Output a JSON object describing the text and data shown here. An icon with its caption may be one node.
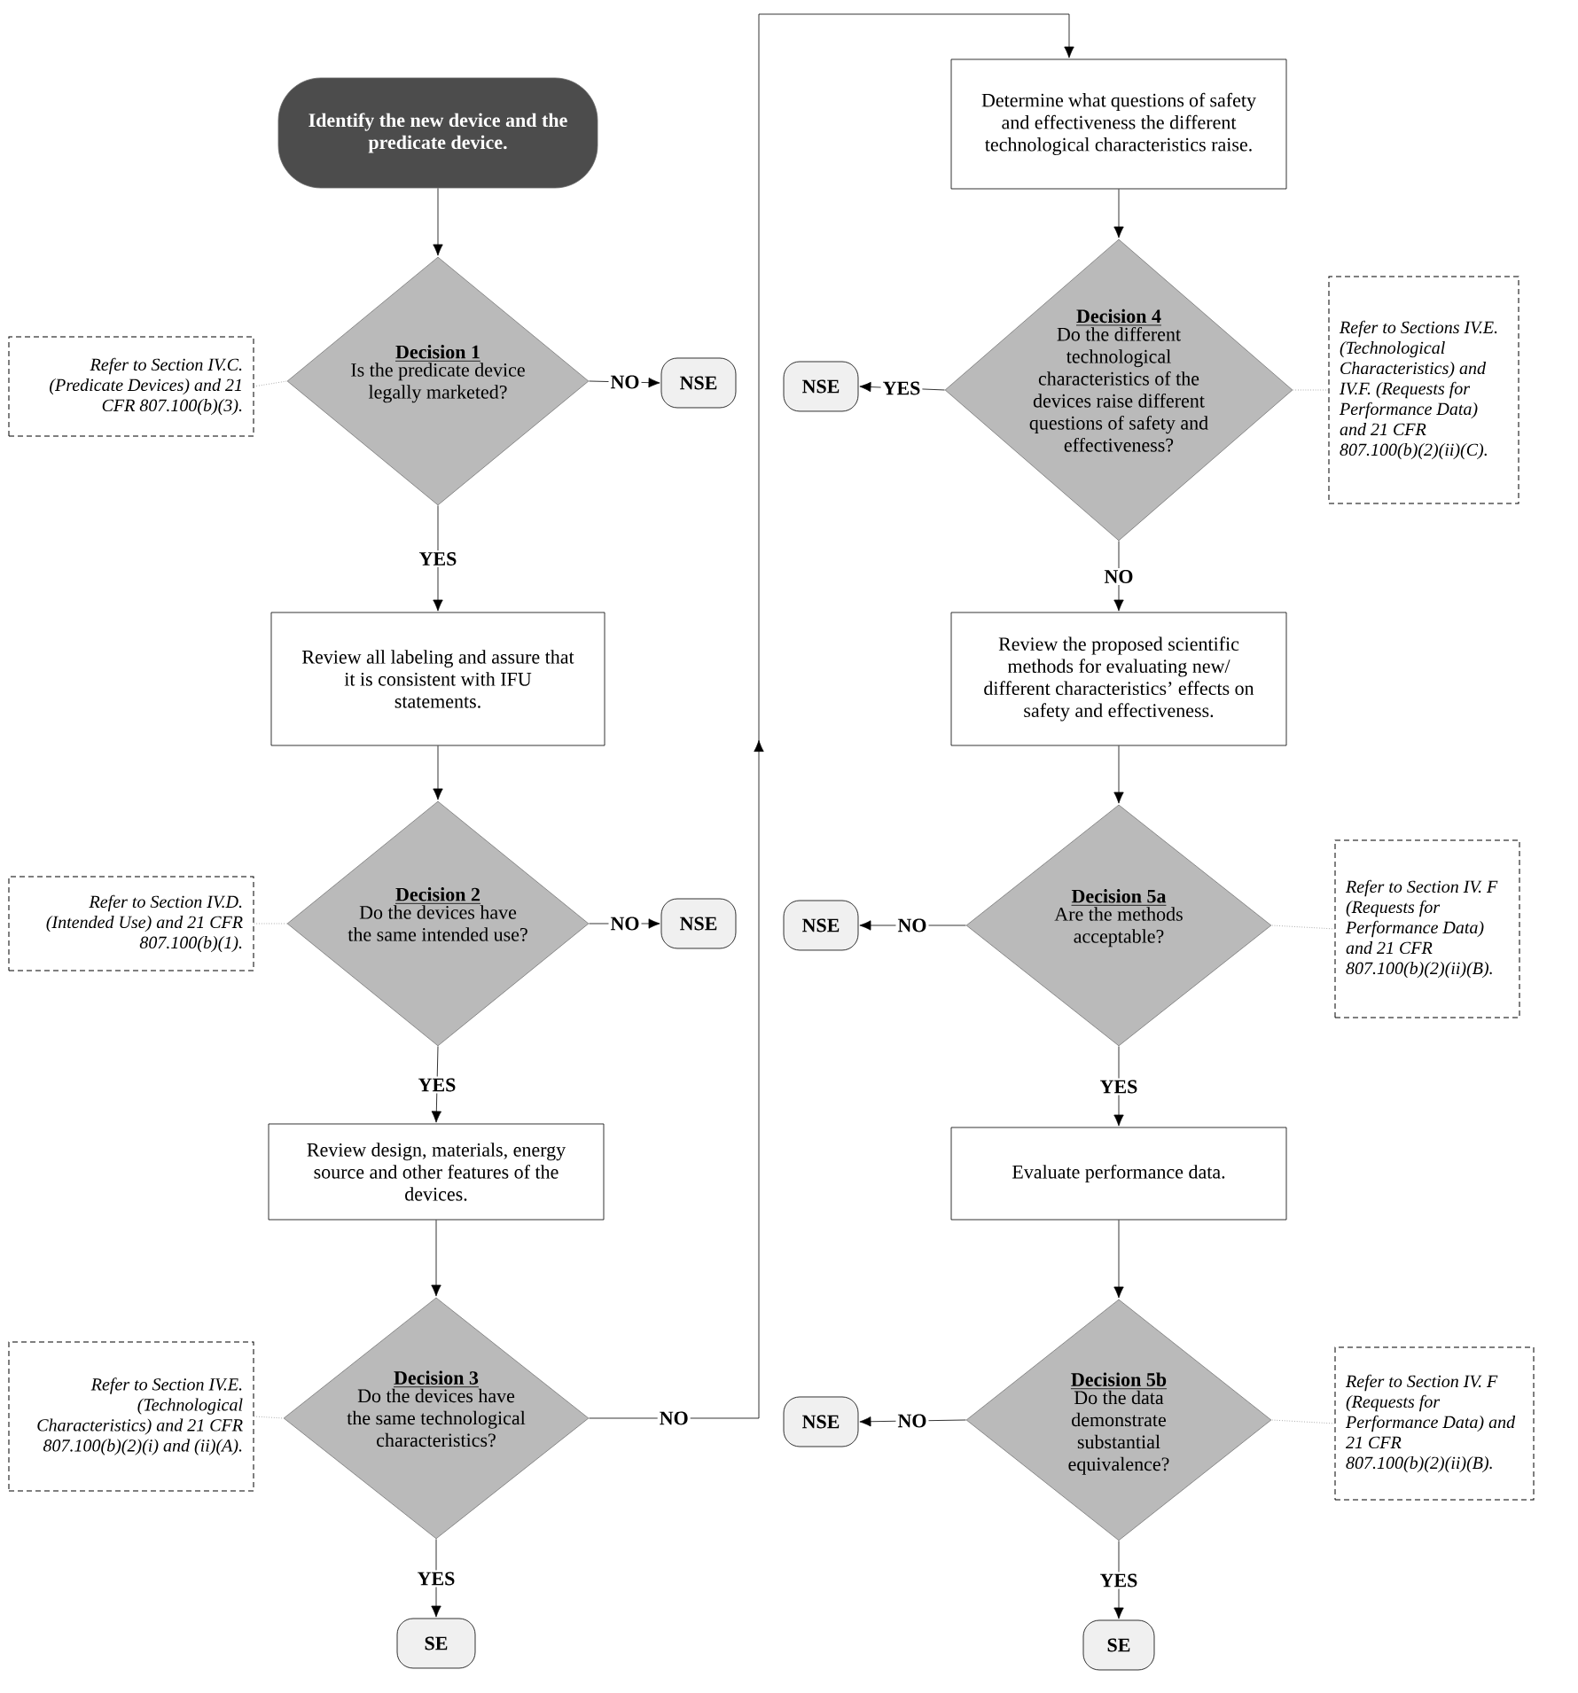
{
  "diagram": {
    "nodes": [
      {
        "text": [
          "Identify the new device and the predicate device."
        ]
      },
      {
        "text": [
          "Decision 1",
          "Is the predicate device legally marketed?"
        ]
      },
      {
        "text": [
          "NSE"
        ]
      },
      {
        "text": [
          "Refer to Section IV.C. (Predicate Devices) and 21 CFR 807.100(b)(3)."
        ]
      },
      {
        "text": [
          "Review all labeling and assure that it is consistent with IFU statements."
        ]
      },
      {
        "text": [
          "Decision 2",
          "Do the devices have the same intended use?"
        ]
      },
      {
        "text": [
          "NSE"
        ]
      },
      {
        "text": [
          "Refer to Section IV.D. (Intended Use) and 21 CFR 807.100(b)(1)."
        ]
      },
      {
        "text": [
          "Review design, materials, energy source and other features of the devices."
        ]
      },
      {
        "text": [
          "Decision 3",
          "Do the devices have the same technological characteristics?"
        ]
      },
      {
        "text": [
          "SE"
        ]
      },
      {
        "text": [
          "Refer to Section IV.E. (Technological Characteristics) and 21 CFR 807.100(b)(2)(i) and (ii)(A)."
        ]
      },
      {
        "text": [
          "Determine what questions of safety and effectiveness the different technological characteristics raise."
        ]
      },
      {
        "text": [
          "Decision 4",
          "Do the different technological characteristics of the devices raise different questions of safety and effectiveness?"
        ]
      },
      {
        "text": [
          "NSE"
        ]
      },
      {
        "text": [
          "Refer to Sections IV.E. (Technological Characteristics) and IV.F. (Requests for Performance Data) and 21 CFR 807.100(b)(2)(ii)(C)."
        ]
      },
      {
        "text": [
          "Review the proposed scientific methods for evaluating new/ different characteristics’ effects on safety and effectiveness."
        ]
      },
      {
        "text": [
          "Decision 5a",
          "Are the methods acceptable?"
        ]
      },
      {
        "text": [
          "NSE"
        ]
      },
      {
        "text": [
          "Refer to Section IV. F (Requests for Performance Data) and 21 CFR 807.100(b)(2)(ii)(B)."
        ]
      },
      {
        "text": [
          "Evaluate performance data."
        ]
      },
      {
        "text": [
          "Decision 5b",
          "Do the data demonstrate substantial equivalence?"
        ]
      },
      {
        "text": [
          "NSE"
        ]
      },
      {
        "text": [
          "Refer to Section IV. F (Requests for Performance Data) and 21 CFR 807.100(b)(2)(ii)(B)."
        ]
      },
      {
        "text": [
          "SE"
        ]
      }
    ],
    "edges": [
      {
        "from": 0,
        "to": 1,
        "arrow": "to"
      },
      {
        "from": 1,
        "to": 2,
        "arrow": "to",
        "label": "NO"
      },
      {
        "from": 1,
        "to": 4,
        "arrow": "to",
        "label": "YES"
      },
      {
        "from": 4,
        "to": 5,
        "arrow": "to"
      },
      {
        "from": 5,
        "to": 6,
        "arrow": "to",
        "label": "NO"
      },
      {
        "from": 5,
        "to": 8,
        "arrow": "to",
        "label": "YES"
      },
      {
        "from": 8,
        "to": 9,
        "arrow": "to"
      },
      {
        "from": 9,
        "to": 10,
        "arrow": "to",
        "label": "YES"
      },
      {
        "from": 9,
        "to": 12,
        "arrow": "to",
        "label": "NO"
      },
      {
        "from": 12,
        "to": 13,
        "arrow": "to"
      },
      {
        "from": 13,
        "to": 14,
        "arrow": "to",
        "label": "YES"
      },
      {
        "from": 13,
        "to": 16,
        "arrow": "to",
        "label": "NO"
      },
      {
        "from": 16,
        "to": 17,
        "arrow": "to"
      },
      {
        "from": 17,
        "to": 18,
        "arrow": "to",
        "label": "NO"
      },
      {
        "from": 17,
        "to": 20,
        "arrow": "to",
        "label": "YES"
      },
      {
        "from": 20,
        "to": 21,
        "arrow": "to"
      },
      {
        "from": 21,
        "to": 22,
        "arrow": "to",
        "label": "NO"
      },
      {
        "from": 21,
        "to": 24,
        "arrow": "to",
        "label": "YES"
      },
      {
        "from": 3,
        "to": 1,
        "arrow": "none",
        "style": "dashed",
        "color": "#808080"
      },
      {
        "from": 7,
        "to": 5,
        "arrow": "none",
        "style": "dashed",
        "color": "#808080"
      },
      {
        "from": 11,
        "to": 9,
        "arrow": "none",
        "style": "dashed",
        "color": "#808080"
      },
      {
        "from": 15,
        "to": 13,
        "arrow": "none",
        "style": "dashed",
        "color": "#808080"
      },
      {
        "from": 19,
        "to": 17,
        "arrow": "none",
        "style": "dashed",
        "color": "#808080"
      },
      {
        "from": 23,
        "to": 21,
        "arrow": "none",
        "style": "dashed",
        "color": "#808080"
      }
    ]
  }
}
